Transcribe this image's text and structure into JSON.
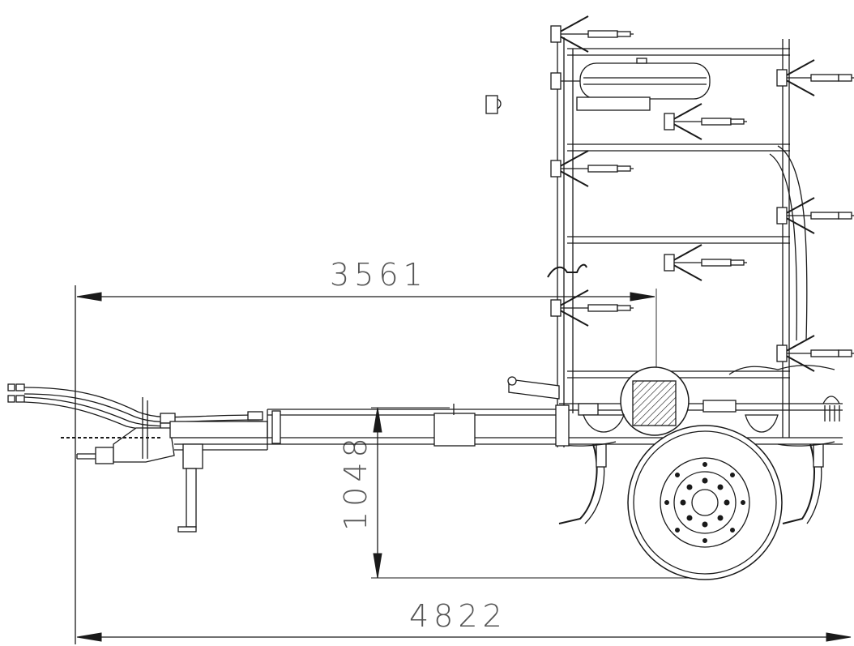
{
  "dimensions": {
    "overall_length": "4822",
    "hitch_to_axle": "3561",
    "frame_height": "1048"
  },
  "colors": {
    "line": "#1a1a1a",
    "dimension_text": "#555555",
    "background": "#ffffff"
  }
}
